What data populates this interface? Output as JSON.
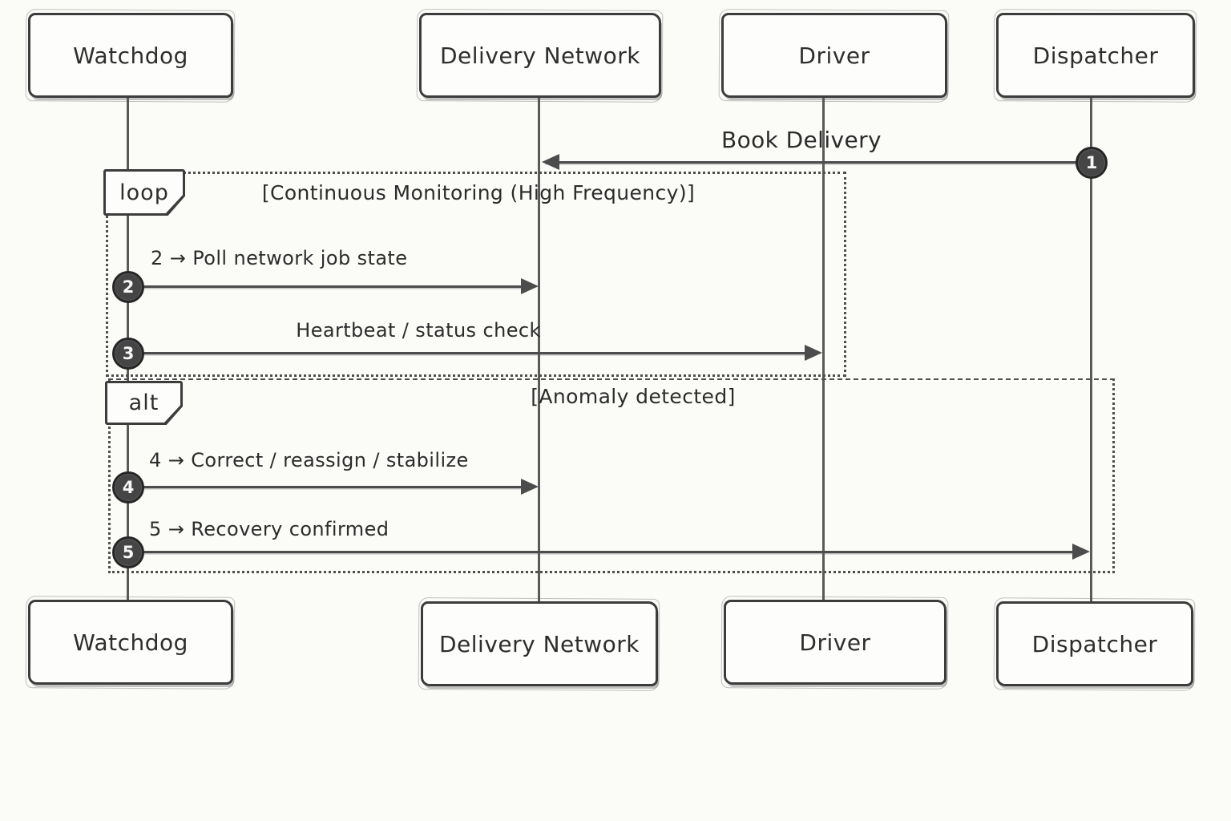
{
  "diagram": {
    "kind": "sequence-diagram",
    "style": "hand-drawn sketch",
    "colors": {
      "background": "#fbfbf8",
      "stroke": "#3c3c3c",
      "badge_fill": "#454545",
      "badge_text": "#f6f6f4"
    },
    "actors": [
      {
        "label": "Watchdog"
      },
      {
        "label": "Delivery Network"
      },
      {
        "label": "Driver"
      },
      {
        "label": "Dispatcher"
      }
    ],
    "frames": {
      "loop": {
        "label": "loop",
        "condition": "[Continuous Monitoring (High Frequency)]"
      },
      "alt": {
        "label": "alt",
        "condition": "[Anomaly detected]"
      }
    },
    "messages": [
      {
        "badge": "1",
        "label": "Book Delivery",
        "from": "Dispatcher",
        "to": "Delivery Network"
      },
      {
        "badge": "2",
        "label": "2 → Poll network job state",
        "from": "Watchdog",
        "to": "Delivery Network"
      },
      {
        "badge": "3",
        "label": "Heartbeat / status check",
        "from": "Watchdog",
        "to": "Driver"
      },
      {
        "badge": "4",
        "label": "4 → Correct / reassign / stabilize",
        "from": "Watchdog",
        "to": "Delivery Network"
      },
      {
        "badge": "5",
        "label": "5 → Recovery confirmed",
        "from": "Watchdog",
        "to": "Dispatcher"
      }
    ]
  }
}
